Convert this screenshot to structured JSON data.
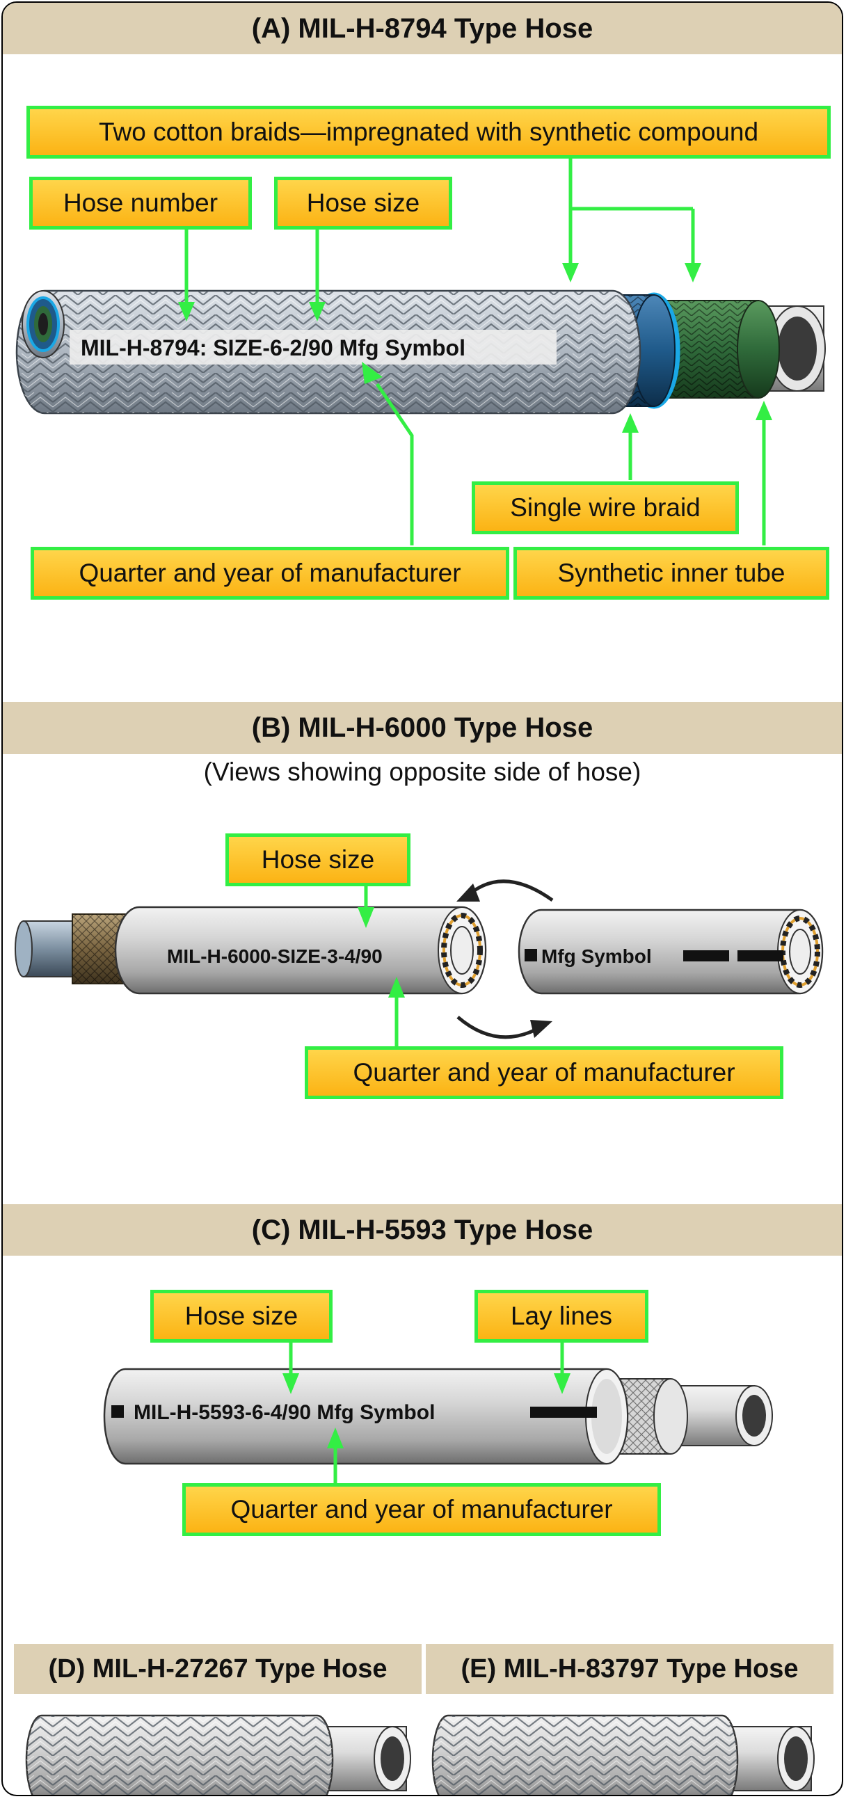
{
  "sections": {
    "a": {
      "title": "(A) MIL-H-8794 Type Hose",
      "hose_print": "MIL-H-8794: SIZE-6-2/90 Mfg Symbol",
      "callouts": {
        "cotton_braids": "Two cotton braids—impregnated with synthetic compound",
        "hose_number": "Hose number",
        "hose_size": "Hose size",
        "single_wire_braid": "Single wire braid",
        "quarter_year": "Quarter and year of manufacturer",
        "inner_tube": "Synthetic inner tube"
      }
    },
    "b": {
      "title": "(B) MIL-H-6000 Type Hose",
      "subtitle": "(Views showing opposite side of hose)",
      "hose_print_left": "MIL-H-6000-SIZE-3-4/90",
      "hose_print_right": "Mfg Symbol",
      "callouts": {
        "hose_size": "Hose size",
        "quarter_year": "Quarter and year of manufacturer"
      }
    },
    "c": {
      "title": "(C) MIL-H-5593 Type Hose",
      "hose_print": "MIL-H-5593-6-4/90 Mfg Symbol",
      "callouts": {
        "hose_size": "Hose size",
        "lay_lines": "Lay lines",
        "quarter_year": "Quarter and year of manufacturer"
      }
    },
    "d": {
      "title": "(D) MIL-H-27267 Type Hose"
    },
    "e": {
      "title": "(E) MIL-H-83797 Type Hose"
    }
  },
  "colors": {
    "band": "#ddd0b4",
    "callout_fill": "#fbb314",
    "callout_border": "#33ee44",
    "arrow": "#33ee44",
    "hose_gray": "#c8c8c8",
    "wire_braid_blue": "#1f5a8a",
    "cotton_braid_green": "#2f6a3a"
  }
}
